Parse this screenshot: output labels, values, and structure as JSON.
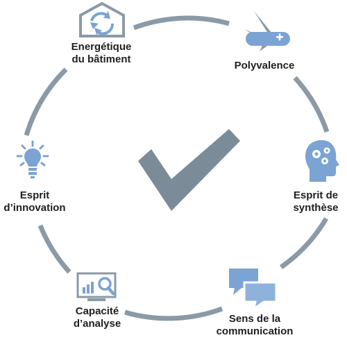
{
  "diagram": {
    "center_mark": "checkmark-icon",
    "colors": {
      "ring": "#8a9aa6",
      "check": "#7b8b97",
      "icon_fill": "#7ba3d3",
      "icon_outline": "#8a9aa6",
      "text": "#1f1f1f"
    },
    "items": [
      {
        "id": "energetique",
        "icon": "house-recycle-icon",
        "line1": "Energétique",
        "line2": "du bâtiment"
      },
      {
        "id": "polyvalence",
        "icon": "swiss-knife-icon",
        "line1": "Polyvalence",
        "line2": ""
      },
      {
        "id": "synthese",
        "icon": "head-gears-icon",
        "line1": "Esprit de",
        "line2": "synthèse"
      },
      {
        "id": "communication",
        "icon": "speech-bubbles-icon",
        "line1": "Sens de la",
        "line2": "communication"
      },
      {
        "id": "analyse",
        "icon": "monitor-chart-magnifier-icon",
        "line1": "Capacité",
        "line2": "d’analyse"
      },
      {
        "id": "innovation",
        "icon": "lightbulb-icon",
        "line1": "Esprit",
        "line2": "d’innovation"
      }
    ]
  }
}
